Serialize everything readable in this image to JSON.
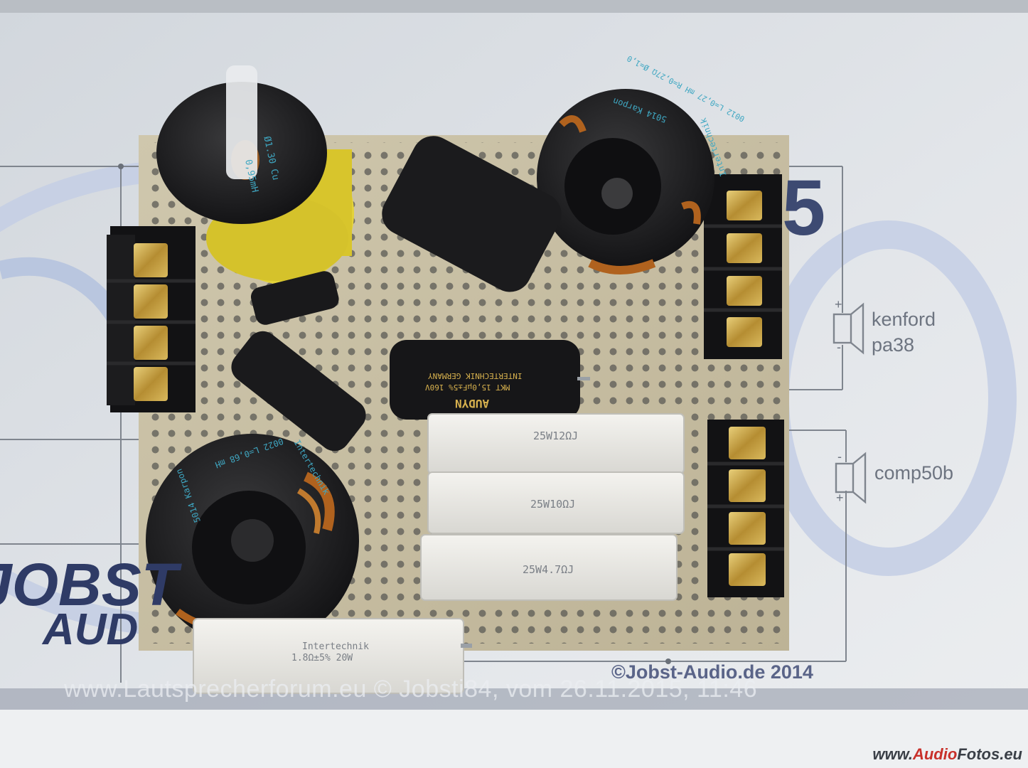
{
  "schematic": {
    "stage_number": "5",
    "speaker_top": {
      "name_line1": "kenford",
      "name_line2": "pa38",
      "plus": "+",
      "minus": "-"
    },
    "speaker_bottom": {
      "name": "comp50b",
      "plus": "+",
      "minus": "-"
    },
    "logo_line1": "JOBST",
    "logo_line2": "AUD",
    "copyright": "©Jobst-Audio.de 2014"
  },
  "components": {
    "resistor_top": "25W12ΩJ",
    "resistor_middle": "25W10ΩJ",
    "resistor_bottom": "25W4.7ΩJ",
    "resistor_small_line1": "Intertechnik",
    "resistor_small_line2": "1.8Ω±5% 20W",
    "capacitor_main_line1": "MKT 15,0µF±5% 160V",
    "capacitor_main_line2": "INTERTECHNIK GERMANY",
    "capacitor_main_brand": "AUDYN",
    "coil_top_left_line1": "Ø1.30 Cu",
    "coil_top_left_line2": "0,95mH",
    "coil_top_right_line1": "5014 Karpon",
    "coil_top_right_line2": "0012 L=0,27 mH R=0,27Ω Ø=1,0",
    "coil_top_right_line3": "Intertechnik",
    "coil_bottom_left_line1": "0022 L=0,68 mH",
    "coil_bottom_left_line2": "5014 Karpon",
    "coil_bottom_left_line3": "Intertechnik"
  },
  "watermark": {
    "text": "www.Lautsprecherforum.eu © Jobsti84, vom 26.11.2015, 11:46",
    "site_prefix": "www.",
    "site_accent": "Audio",
    "site_mid": "Fotos",
    "site_suffix": ".eu"
  },
  "colors": {
    "pcb": "#c9c0a6",
    "coil_black": "#1d1d1f",
    "copper": "#b0621e",
    "brass": "#c9a64a",
    "logo_blue": "#2f3b66"
  }
}
